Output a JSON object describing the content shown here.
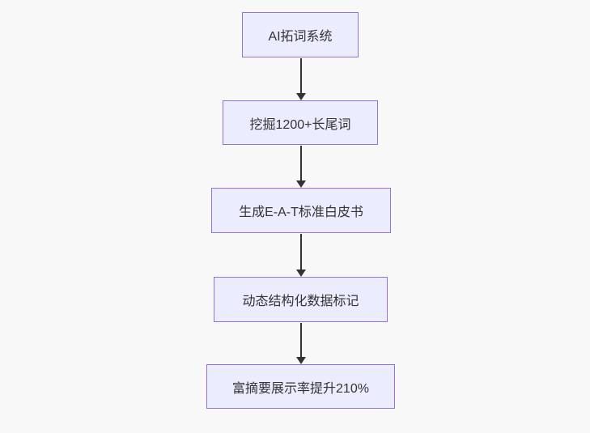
{
  "diagram": {
    "type": "flowchart",
    "direction": "top-down",
    "nodes": [
      {
        "id": "n1",
        "label": "AI拓词系统"
      },
      {
        "id": "n2",
        "label": "挖掘1200+长尾词"
      },
      {
        "id": "n3",
        "label": "生成E-A-T标准白皮书"
      },
      {
        "id": "n4",
        "label": "动态结构化数据标记"
      },
      {
        "id": "n5",
        "label": "富摘要展示率提升210%"
      }
    ],
    "edges": [
      {
        "from": "n1",
        "to": "n2"
      },
      {
        "from": "n2",
        "to": "n3"
      },
      {
        "from": "n3",
        "to": "n4"
      },
      {
        "from": "n4",
        "to": "n5"
      }
    ],
    "colors": {
      "node_fill": "#ececff",
      "node_border": "#9370db",
      "node_text": "#333333",
      "edge": "#333333",
      "background": "#f8f8f8"
    }
  }
}
